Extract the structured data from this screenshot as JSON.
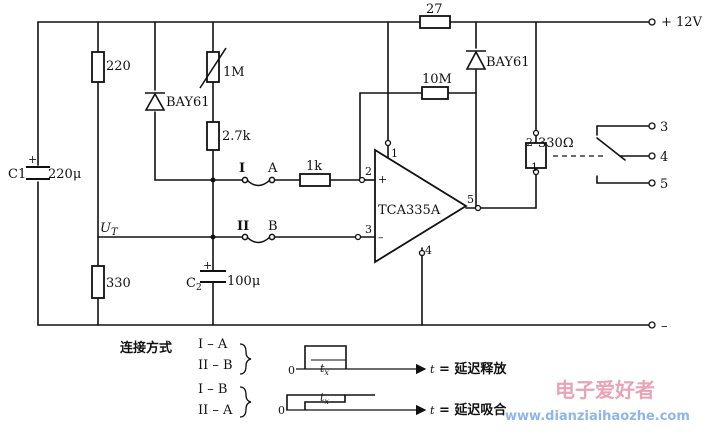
{
  "terminals": {
    "supply": "+ 12V",
    "ground": "–"
  },
  "components": {
    "c1": {
      "ref": "C1",
      "value": "220μ"
    },
    "r220": "220",
    "r330": "330",
    "ut": {
      "main": "U",
      "sub": "T"
    },
    "d1": "BAY61",
    "pot_1m": "1M",
    "r2k7": "2.7k",
    "c2": {
      "ref": "C",
      "sub": "2",
      "value": "100μ"
    },
    "r1k": "1k",
    "r27": "27",
    "d2": "BAY61",
    "r10m": "10M",
    "relay": {
      "pin2": "2",
      "pin1": "1",
      "value": "330Ω"
    },
    "contacts": [
      "3",
      "4",
      "5"
    ],
    "ic": {
      "name": "TCA335A",
      "pins": [
        "1",
        "2",
        "3",
        "4",
        "5"
      ],
      "plus": "+",
      "minus": "–"
    },
    "jumpers": {
      "i": "I",
      "a": "A",
      "ii": "II",
      "b": "B"
    }
  },
  "legend": {
    "title": "连接方式",
    "row1": {
      "line1": "I – A",
      "line2": "II – B",
      "zero": "0",
      "tx": "t",
      "tx_sub": "x",
      "t": "t",
      "eq": "= 延迟释放"
    },
    "row2": {
      "line1": "I – B",
      "line2": "II – A",
      "zero": "0",
      "tx": "t",
      "tx_sub": "x",
      "t": "t",
      "eq": "= 延迟吸合"
    }
  },
  "watermark": {
    "cn": "电子爱好者",
    "url": "www.dianziaihaozhe.com"
  }
}
